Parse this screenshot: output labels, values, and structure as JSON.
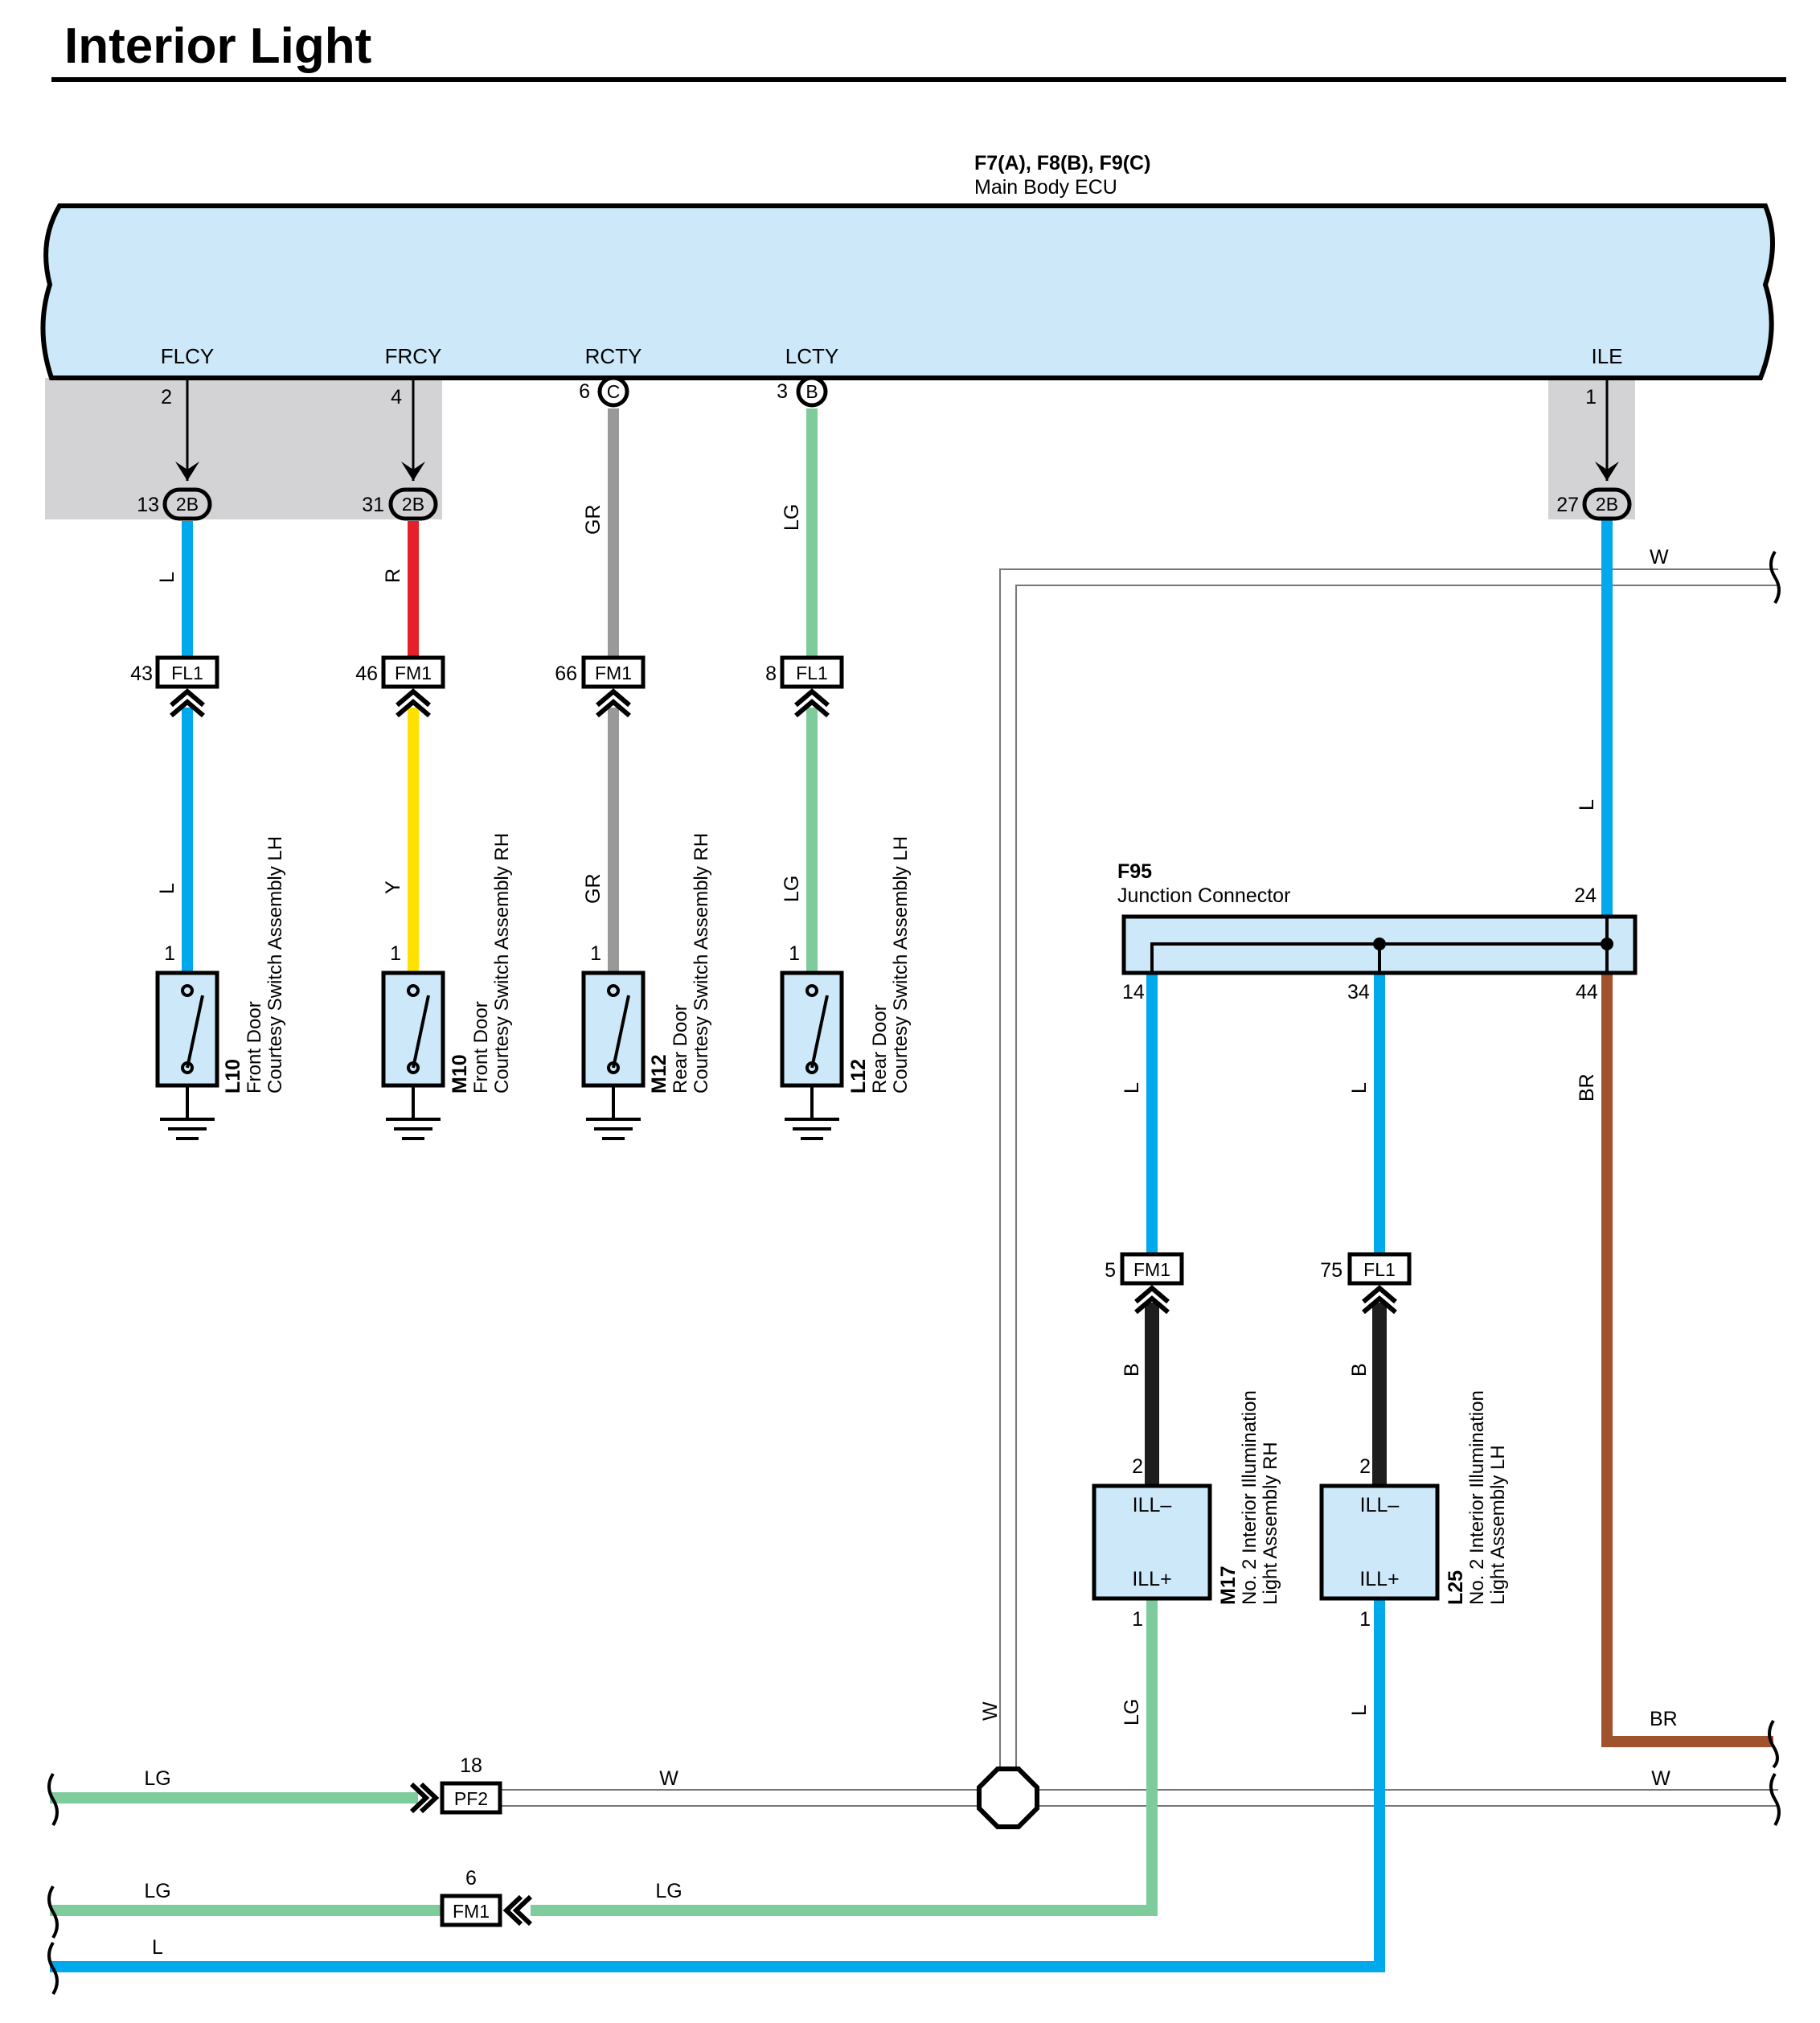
{
  "title": "Interior Light",
  "ecu": {
    "ref": "F7(A), F8(B), F9(C)",
    "name": "Main Body ECU"
  },
  "ecu_pins": {
    "flcy": {
      "signal": "FLCY",
      "pin": "2",
      "jpin": "13",
      "jconn": "2B"
    },
    "frcy": {
      "signal": "FRCY",
      "pin": "4",
      "jpin": "31",
      "jconn": "2B"
    },
    "rcty": {
      "signal": "RCTY",
      "pin": "6",
      "conn": "C"
    },
    "lcty": {
      "signal": "LCTY",
      "pin": "3",
      "conn": "B"
    },
    "ile": {
      "signal": "ILE",
      "pin": "1",
      "jpin": "27",
      "jconn": "2B"
    }
  },
  "wire_colors": {
    "L": "#00a9ec",
    "R": "#e5202a",
    "Y": "#ffe100",
    "GR": "#999999",
    "LG": "#7ecb9c",
    "B": "#1e1e1e",
    "BR": "#a0522d",
    "W": "#ffffff"
  },
  "branches": {
    "l10": {
      "upper_wire": "L",
      "conn_pin": "43",
      "conn": "FL1",
      "lower_wire": "L",
      "sw_pin": "1",
      "code": "L10",
      "line1": "Front Door",
      "line2": "Courtesy Switch Assembly LH"
    },
    "m10": {
      "upper_wire": "R",
      "conn_pin": "46",
      "conn": "FM1",
      "lower_wire": "Y",
      "sw_pin": "1",
      "code": "M10",
      "line1": "Front Door",
      "line2": "Courtesy Switch Assembly RH"
    },
    "m12": {
      "upper_wire": "GR",
      "conn_pin": "66",
      "conn": "FM1",
      "lower_wire": "GR",
      "sw_pin": "1",
      "code": "M12",
      "line1": "Rear Door",
      "line2": "Courtesy Switch Assembly RH"
    },
    "l12": {
      "upper_wire": "LG",
      "conn_pin": "8",
      "conn": "FL1",
      "lower_wire": "LG",
      "sw_pin": "1",
      "code": "L12",
      "line1": "Rear Door",
      "line2": "Courtesy Switch Assembly LH"
    }
  },
  "ile_wire": {
    "upper": "L",
    "mid": "L"
  },
  "junction": {
    "code": "F95",
    "name": "Junction Connector",
    "pin_in": "24",
    "pin_a": "14",
    "pin_b": "34",
    "pin_c": "44",
    "wire_a": "L",
    "wire_b": "L",
    "wire_c": "BR"
  },
  "lights": {
    "m17": {
      "conn_pin": "5",
      "conn": "FM1",
      "wire": "B",
      "pin_top": "2",
      "pin_bottom": "1",
      "minus": "ILL–",
      "plus": "ILL+",
      "code": "M17",
      "line1": "No. 2 Interior Illumination",
      "line2": "Light Assembly RH",
      "out_wire": "LG"
    },
    "l25": {
      "conn_pin": "75",
      "conn": "FL1",
      "wire": "B",
      "pin_top": "2",
      "pin_bottom": "1",
      "minus": "ILL–",
      "plus": "ILL+",
      "code": "L25",
      "line1": "No. 2 Interior Illumination",
      "line2": "Light Assembly LH",
      "out_wire": "L"
    }
  },
  "bottom": {
    "w_top": "W",
    "w_vert": "W",
    "br_label": "BR",
    "row1": {
      "left": "LG",
      "conn_pin": "18",
      "conn": "PF2",
      "mid": "W",
      "right": "W"
    },
    "row2": {
      "left": "LG",
      "conn_pin": "6",
      "conn": "FM1",
      "mid": "LG"
    },
    "row3": {
      "left": "L"
    }
  }
}
